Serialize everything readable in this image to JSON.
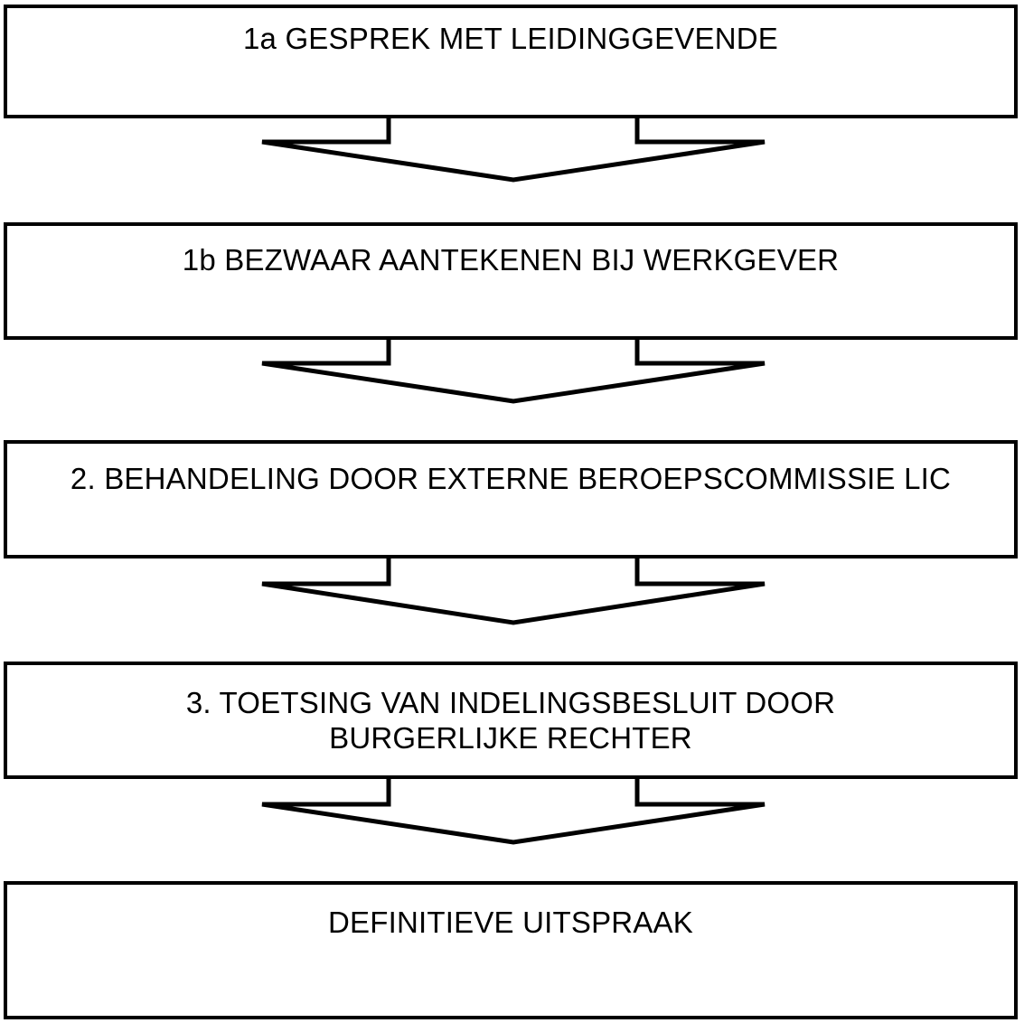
{
  "diagram": {
    "title_text_language": "nl",
    "background_color": "#ffffff",
    "line_color": "#000000",
    "text_color": "#000000",
    "nodes": [
      {
        "id": "step-1a",
        "name": "node-step-1a",
        "label": "1a GESPREK MET LEIDINGGEVENDE",
        "lines": 1
      },
      {
        "id": "step-1b",
        "name": "node-step-1b",
        "label": "1b BEZWAAR AANTEKENEN BIJ WERKGEVER",
        "lines": 1
      },
      {
        "id": "step-2",
        "name": "node-step-2",
        "label": "2. BEHANDELING DOOR EXTERNE BEROEPSCOMMISSIE LIC",
        "lines": 1
      },
      {
        "id": "step-3",
        "name": "node-step-3",
        "label": "3. TOETSING VAN INDELINGSBESLUIT DOOR\nBURGERLIJKE RECHTER",
        "lines": 2
      },
      {
        "id": "outcome",
        "name": "node-outcome",
        "label": "DEFINITIEVE UITSPRAAK",
        "lines": 1
      }
    ],
    "connectors": [
      {
        "id": "arrow-1",
        "from": "step-1a",
        "to": "step-1b",
        "shape": "down-arrow"
      },
      {
        "id": "arrow-2",
        "from": "step-1b",
        "to": "step-2",
        "shape": "down-arrow"
      },
      {
        "id": "arrow-3",
        "from": "step-2",
        "to": "step-3",
        "shape": "down-arrow"
      },
      {
        "id": "arrow-4",
        "from": "step-3",
        "to": "outcome",
        "shape": "down-arrow"
      }
    ]
  }
}
